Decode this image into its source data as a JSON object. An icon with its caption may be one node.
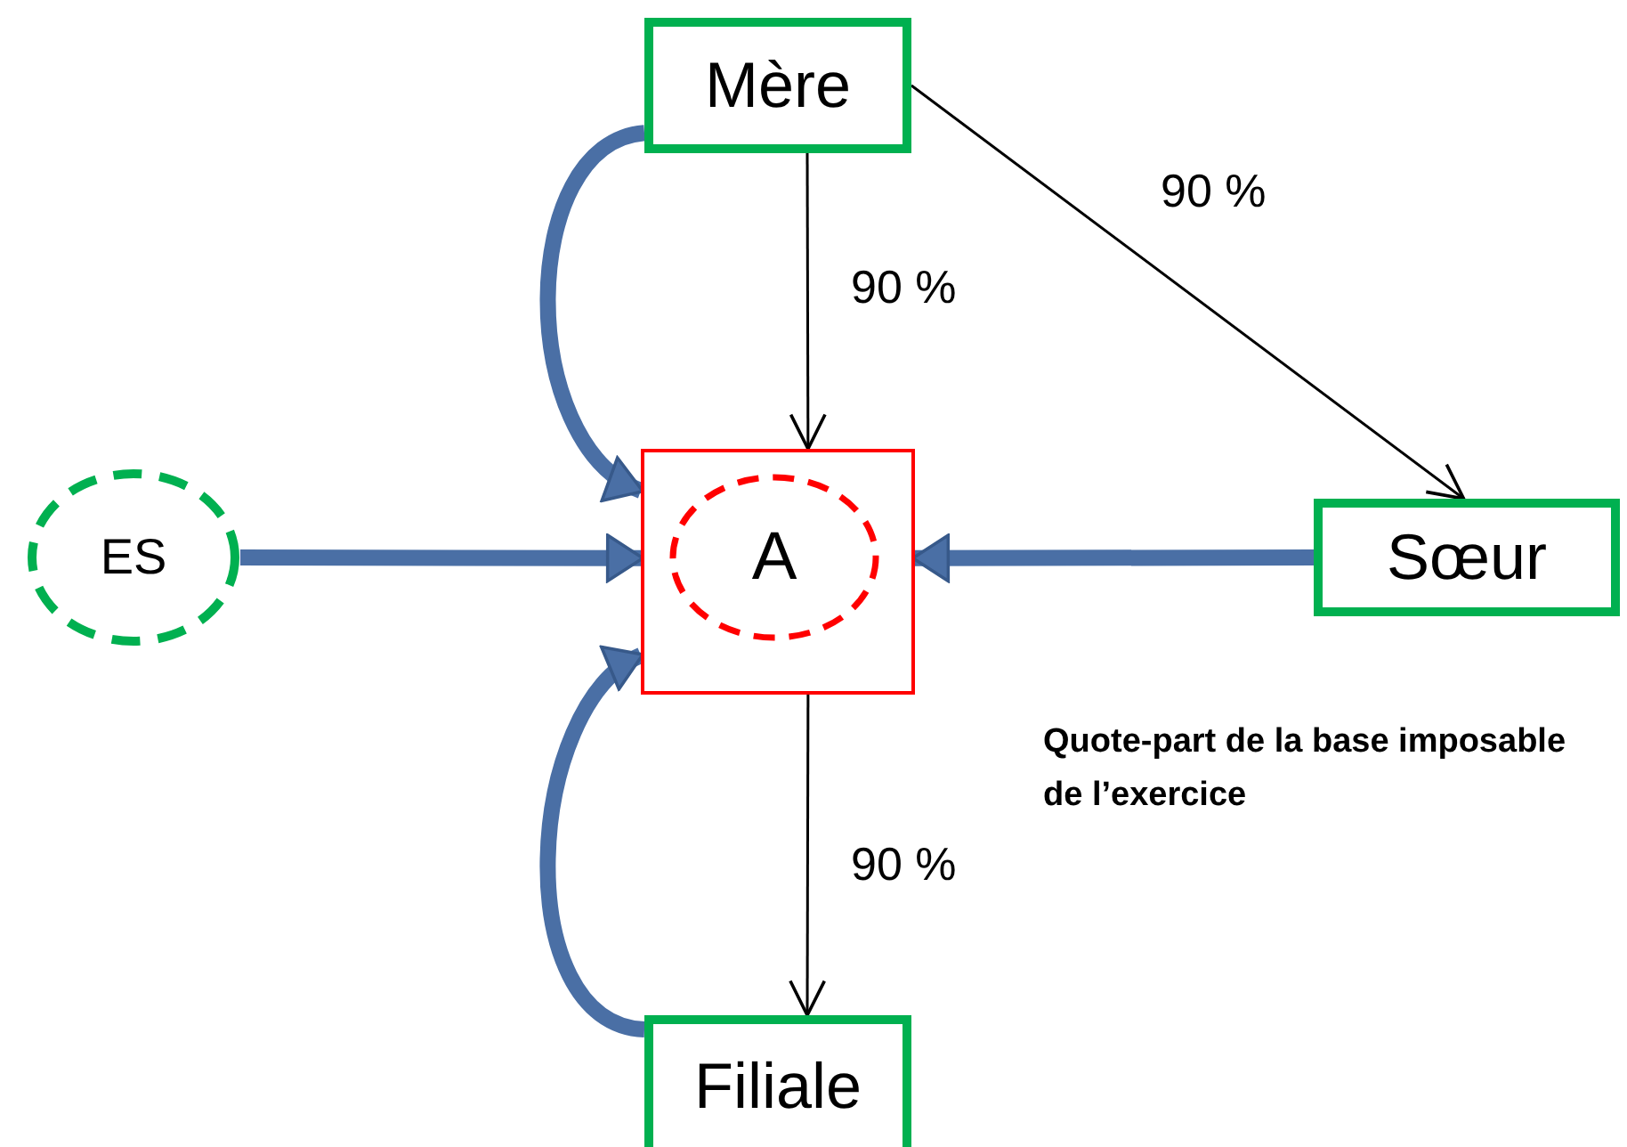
{
  "diagram": {
    "nodes": [
      {
        "text": [
          "Mère"
        ]
      },
      {
        "text": [],
        "shape": "box"
      },
      {
        "text": [
          "A"
        ],
        "in": 1
      },
      {
        "text": [
          "ES"
        ]
      },
      {
        "text": [
          "Sœur"
        ]
      },
      {
        "text": [
          "Filiale"
        ]
      }
    ],
    "edges": [
      {
        "from": 0,
        "to": 1,
        "arrow": "to",
        "label": "90 %",
        "color": "#000000"
      },
      {
        "from": 0,
        "to": 4,
        "arrow": "to",
        "label": "90 %",
        "color": "#000000"
      },
      {
        "from": 1,
        "to": 5,
        "arrow": "to",
        "label": "90 %",
        "color": "#000000"
      },
      {
        "from": 0,
        "to": 1,
        "arrow": "to",
        "color": "#4a6fa5"
      },
      {
        "from": 3,
        "to": 1,
        "arrow": "to",
        "color": "#4a6fa5"
      },
      {
        "from": 4,
        "to": 1,
        "arrow": "to",
        "color": "#4a6fa5"
      },
      {
        "from": 5,
        "to": 1,
        "arrow": "to",
        "color": "#4a6fa5"
      }
    ],
    "labels": [
      "Quote-part de la base imposable de l’exercice"
    ]
  }
}
